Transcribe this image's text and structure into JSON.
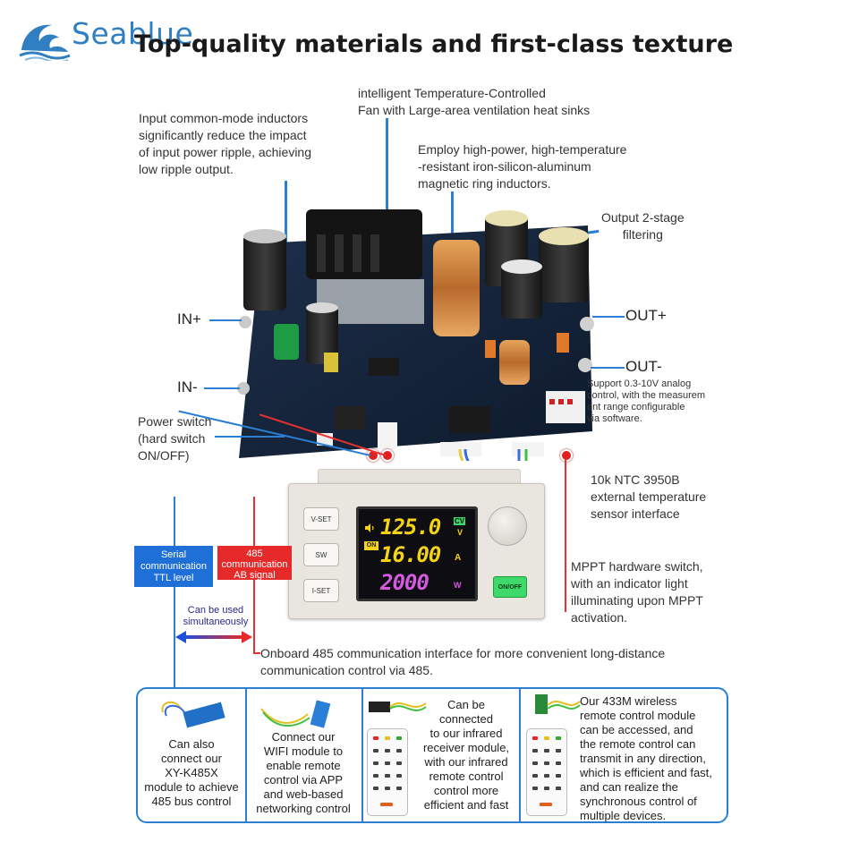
{
  "brand": {
    "name": "Seablue"
  },
  "headline": "Top-quality materials and first-class texture",
  "callouts": {
    "fan": [
      "intelligent Temperature-Controlled",
      "Fan with Large-area ventilation heat sinks"
    ],
    "inductor": [
      "Input common-mode inductors",
      "significantly reduce the impact",
      "of input power ripple, achieving",
      "low ripple output."
    ],
    "ring": [
      "Employ high-power, high-temperature",
      "-resistant iron-silicon-aluminum",
      "magnetic ring inductors."
    ],
    "filter": [
      "Output 2-stage",
      "filtering"
    ],
    "in_plus": "IN+",
    "in_minus": "IN-",
    "out_plus": "OUT+",
    "out_minus": "OUT-",
    "analog": [
      "Support 0.3-10V analog",
      "control, with the measurem",
      "ent range configurable",
      "via software."
    ],
    "switch": [
      "Power switch",
      "(hard switch",
      "ON/OFF)"
    ],
    "ntc": [
      "10k NTC 3950B",
      " external temperature",
      "sensor interface"
    ],
    "mppt": [
      "MPPT hardware switch,",
      "with an indicator light",
      "illuminating upon MPPT",
      "activation."
    ],
    "onboard485": [
      "Onboard 485 communication interface for more convenient long-distance",
      "communication control via 485."
    ]
  },
  "tags": {
    "serial": [
      "Serial",
      "communication",
      "TTL level"
    ],
    "rs485": [
      "485",
      "communication",
      "AB signal"
    ],
    "simultaneous": [
      "Can be used",
      "simultaneously"
    ]
  },
  "module": {
    "buttons": [
      "V-SET",
      "SW",
      "I-SET"
    ],
    "voltage": "125.0",
    "volt_unit": "V",
    "cv": "CV",
    "current": "16.00",
    "amp_unit": "A",
    "power": "2000",
    "watt_unit": "W",
    "on_label": "ON",
    "onoff": "ON/OFF"
  },
  "options": [
    {
      "text": [
        "Can also",
        "connect our",
        "XY-K485X",
        "module to achieve",
        "485 bus control"
      ]
    },
    {
      "text": [
        "Connect our",
        "WIFI module to",
        "enable remote",
        "control via APP",
        "and web-based",
        "networking control"
      ]
    },
    {
      "text": [
        "Can be",
        "connected",
        "to our infrared",
        "receiver module,",
        "with our infrared",
        "remote control",
        "control more",
        "efficient and fast"
      ]
    },
    {
      "text": [
        "Our 433M wireless",
        "remote control module",
        "can be accessed, and",
        "the remote control can",
        "transmit in any direction,",
        "which is efficient and fast,",
        " and can realize the",
        "synchronous control of",
        "multiple devices."
      ]
    }
  ],
  "colors": {
    "blue": "#2b7fd0",
    "red": "#e83030",
    "segYellow": "#f5d417",
    "segMagenta": "#d45be0",
    "segGreen": "#3fd86a"
  }
}
